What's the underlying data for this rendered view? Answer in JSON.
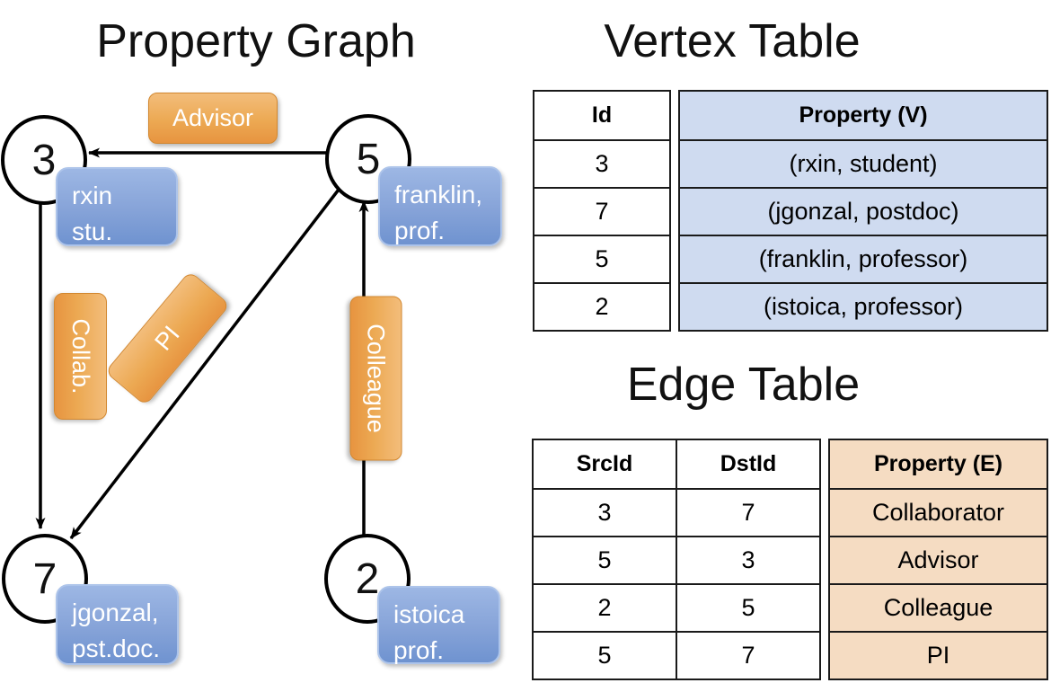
{
  "graph": {
    "title": "Property Graph",
    "nodes": {
      "n3": {
        "id": "3",
        "property_lines": [
          "rxin",
          "stu."
        ]
      },
      "n5": {
        "id": "5",
        "property_lines": [
          "franklin,",
          "prof."
        ]
      },
      "n7": {
        "id": "7",
        "property_lines": [
          "jgonzal,",
          "pst.doc."
        ]
      },
      "n2": {
        "id": "2",
        "property_lines": [
          "istoica",
          "prof."
        ]
      }
    },
    "edge_labels": {
      "advisor": "Advisor",
      "collab": "Collab.",
      "pi": "PI",
      "colleague": "Colleague"
    }
  },
  "vertex_table": {
    "title": "Vertex Table",
    "columns": [
      "Id",
      "Property (V)"
    ],
    "rows": [
      [
        "3",
        "(rxin, student)"
      ],
      [
        "7",
        "(jgonzal, postdoc)"
      ],
      [
        "5",
        "(franklin, professor)"
      ],
      [
        "2",
        "(istoica, professor)"
      ]
    ]
  },
  "edge_table": {
    "title": "Edge Table",
    "columns": [
      "SrcId",
      "DstId",
      "Property (E)"
    ],
    "rows": [
      [
        "3",
        "7",
        "Collaborator"
      ],
      [
        "5",
        "3",
        "Advisor"
      ],
      [
        "2",
        "5",
        "Colleague"
      ],
      [
        "5",
        "7",
        "PI"
      ]
    ]
  },
  "colors": {
    "edge_label_orange": "#eca953",
    "vertex_box_blue": "#86a3d8",
    "vertex_table_fill": "#cfdbf0",
    "edge_table_fill": "#f5dcc2",
    "line_black": "#000000"
  }
}
